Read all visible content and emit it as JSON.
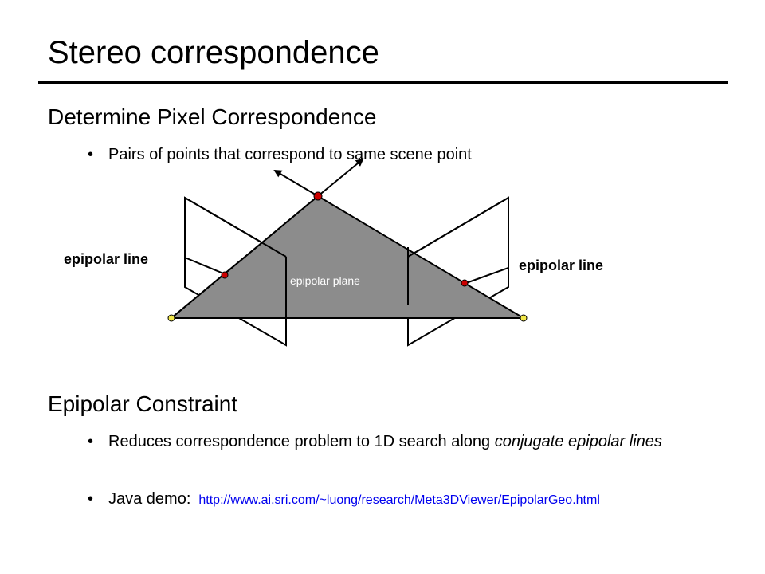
{
  "slide": {
    "title": "Stereo correspondence",
    "section1": {
      "heading": "Determine Pixel Correspondence",
      "bullets": [
        "Pairs of points that correspond to same scene point"
      ]
    },
    "diagram": {
      "label_left": "epipolar line",
      "label_right": "epipolar line",
      "label_plane": "epipolar plane"
    },
    "section2": {
      "heading": "Epipolar Constraint",
      "bullet1_prefix": "Reduces correspondence problem to 1D search along ",
      "bullet1_italic": "conjugate epipolar lines",
      "bullet2_prefix": "Java demo:",
      "bullet2_link": "http://www.ai.sri.com/~luong/research/Meta3DViewer/EpipolarGeo.html"
    },
    "bullet_glyph": "•",
    "colors": {
      "plane": "#8c8c8c",
      "scene_point": "#cc0000",
      "camera_center": "#f2e84a",
      "link": "#0000ee"
    }
  }
}
